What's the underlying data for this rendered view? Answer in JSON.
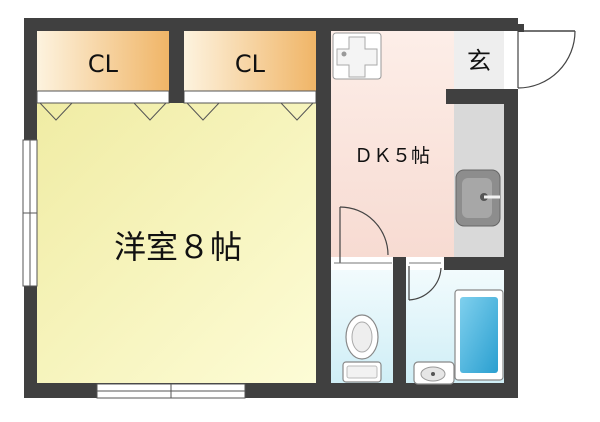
{
  "rooms": {
    "closet_left": "CL",
    "closet_right": "CL",
    "western_room": "洋室８帖",
    "dining_kitchen": "ＤＫ５帖",
    "entrance": "玄"
  },
  "colors": {
    "wall": "#404040",
    "western_room_floor_light": "#fdfcd6",
    "western_room_floor_dark": "#f0eca4",
    "closet_light": "#fdf3df",
    "closet_dark": "#f0b567",
    "kitchen_floor_light": "#fdeee8",
    "kitchen_floor_dark": "#f7dbd2",
    "bath_floor_light": "#f2fbfd",
    "bath_floor_dark": "#cfeef6",
    "counter": "#d9d9d9",
    "bathtub": "#3fb3dc"
  },
  "icons": [
    "stove-icon",
    "sink-icon",
    "toilet-icon",
    "washbasin-icon",
    "bathtub-icon",
    "door-swing-icon",
    "window-icon"
  ]
}
